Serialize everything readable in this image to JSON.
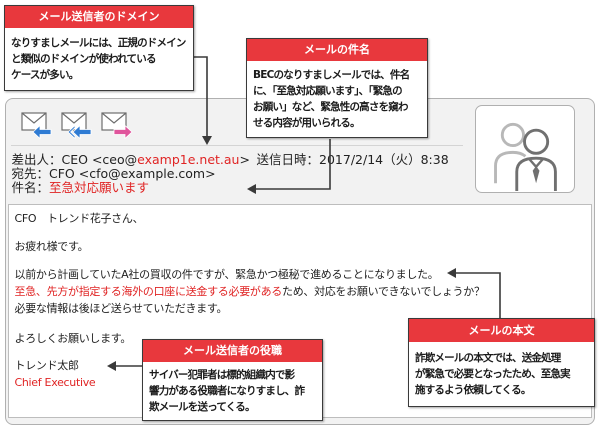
{
  "callouts": {
    "sender_domain": {
      "title": "メール送信者のドメイン",
      "lines": [
        "なりすましメールには、正規のドメイン",
        "と類似のドメインが使われている",
        "ケースが多い。"
      ]
    },
    "subject": {
      "title": "メールの件名",
      "lines": [
        "BECのなりすましメールでは、件名",
        "に、「至急対応願います」、「緊急の",
        "お願い」など、緊急性の高さを窺わ",
        "せる内容が用いられる。"
      ]
    },
    "sender_role": {
      "title": "メール送信者の役職",
      "lines": [
        "サイバー犯罪者は標的組織内で影",
        "響力がある役職者になりすまし、詐",
        "欺メールを送ってくる。"
      ]
    },
    "body": {
      "title": "メールの本文",
      "lines": [
        "詐欺メールの本文では、送金処理",
        "が緊急で必要となったため、至急実",
        "施するよう依頼してくる。"
      ]
    }
  },
  "email": {
    "toolbar_icons": [
      "reply-icon",
      "reply-all-icon",
      "forward-icon"
    ],
    "from": {
      "label": "差出人：",
      "prefix": "CEO <ceo@",
      "domain": "examp1e.net.au",
      "suffix": ">"
    },
    "sent": {
      "label": "送信日時：",
      "value": "2017/2/14（火）8:38"
    },
    "to": {
      "label": "宛先：",
      "value": "CFO <cfo@example.com>"
    },
    "subject": {
      "label": "件名：",
      "value": "至急対応願います"
    },
    "body": {
      "greeting": "CFO　トレンド花子さん、",
      "opening": "お疲れ様です。",
      "line1": "以前から計画していたA社の買収の件ですが、緊急かつ極秘で進めることになりました。",
      "line2_highlight": "至急、先方が指定する海外の口座に送金する必要がある",
      "line2_rest": "ため、対応をお願いできないでしょうか？",
      "line3": "必要な情報は後ほど送らせていただきます。",
      "closing": "よろしくお願いします。",
      "signature_name": "トレンド太郎",
      "signature_title": "Chief Executive"
    }
  },
  "colors": {
    "callout_header": "#e8383d",
    "highlight_text": "#e02424",
    "connector": "#3a3a3a",
    "reply_arrow": "#2f7bd3",
    "forward_arrow": "#e0559c"
  }
}
